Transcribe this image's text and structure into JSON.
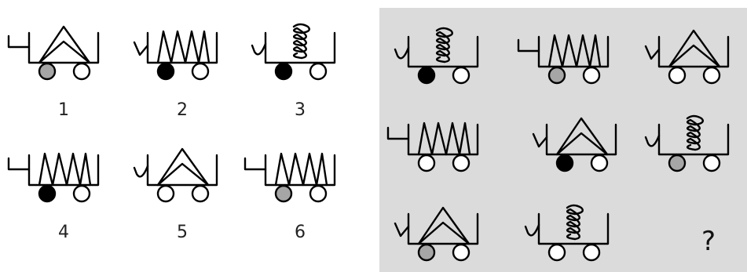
{
  "colors": {
    "panel": "#dbdbdb",
    "stroke": "#000000",
    "wheel_gray": "#a6a6a6",
    "wheel_black": "#000000",
    "wheel_white": "#ffffff"
  },
  "options": [
    {
      "number": "1",
      "handle": "step",
      "load": "triangle",
      "left_wheel": "gray"
    },
    {
      "number": "2",
      "handle": "check",
      "load": "zigzag",
      "left_wheel": "black"
    },
    {
      "number": "3",
      "handle": "hook",
      "load": "coil",
      "left_wheel": "black"
    },
    {
      "number": "4",
      "handle": "step",
      "load": "zigzag",
      "left_wheel": "black"
    },
    {
      "number": "5",
      "handle": "hook",
      "load": "triangle",
      "left_wheel": "white"
    },
    {
      "number": "6",
      "handle": "step",
      "load": "zigzag",
      "left_wheel": "gray"
    }
  ],
  "matrix": [
    {
      "handle": "hook",
      "load": "coil",
      "left_wheel": "black"
    },
    {
      "handle": "step",
      "load": "zigzag",
      "left_wheel": "gray"
    },
    {
      "handle": "check",
      "load": "triangle",
      "left_wheel": "white"
    },
    {
      "handle": "step",
      "load": "zigzag",
      "left_wheel": "white"
    },
    {
      "handle": "check",
      "load": "triangle",
      "left_wheel": "black"
    },
    {
      "handle": "hook",
      "load": "coil",
      "left_wheel": "gray"
    },
    {
      "handle": "check",
      "load": "triangle",
      "left_wheel": "gray"
    },
    {
      "handle": "hook",
      "load": "coil",
      "left_wheel": "white"
    }
  ],
  "question_mark": "?"
}
